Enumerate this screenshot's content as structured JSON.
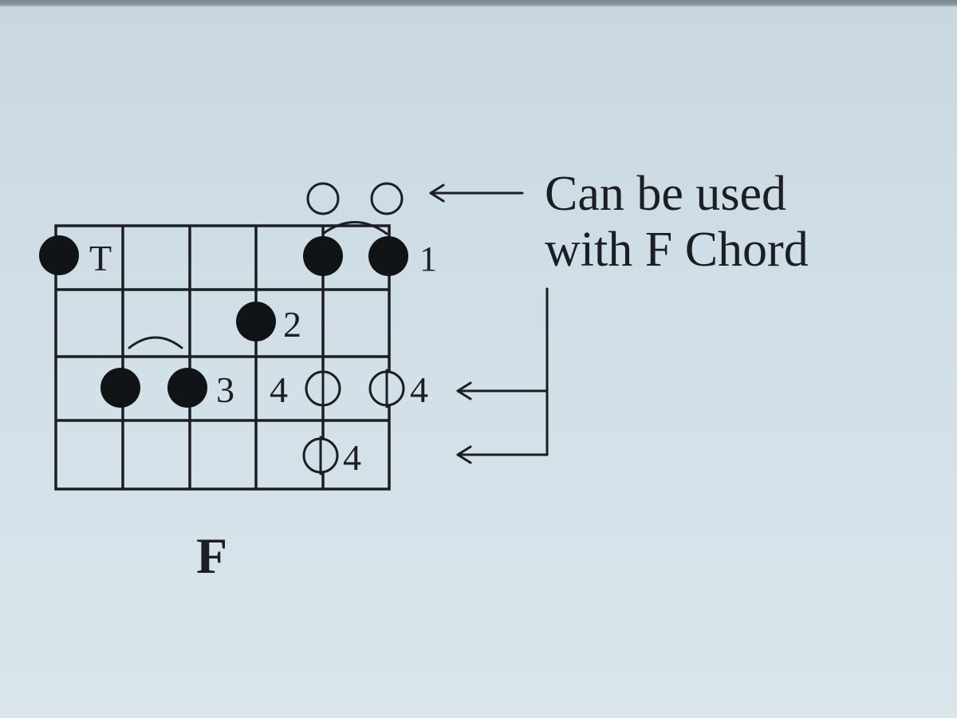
{
  "diagram": {
    "chord_name": "F",
    "note": {
      "line1": "Can be used",
      "line2": "with F Chord"
    },
    "thumb_label": "T",
    "finger_labels": {
      "fret1": "1",
      "fret2": "2",
      "fret3_left": "3",
      "fret3_mid": "4",
      "fret3_right": "4",
      "fret4": "4"
    },
    "frets": 4,
    "strings": 6,
    "filled_dots": [
      {
        "string": 1,
        "fret": 1,
        "finger": "T"
      },
      {
        "string": 5,
        "fret": 1,
        "finger": "1"
      },
      {
        "string": 6,
        "fret": 1,
        "finger": "1"
      },
      {
        "string": 4,
        "fret": 2,
        "finger": "2"
      },
      {
        "string": 2,
        "fret": 3,
        "finger": "3"
      },
      {
        "string": 3,
        "fret": 3,
        "finger": "3"
      }
    ],
    "optional_dots": [
      {
        "string": 5,
        "fret": 0
      },
      {
        "string": 6,
        "fret": 0
      },
      {
        "string": 5,
        "fret": 3,
        "finger": "4"
      },
      {
        "string": 6,
        "fret": 3,
        "finger": "4"
      },
      {
        "string": 5,
        "fret": 4,
        "finger": "4"
      }
    ]
  }
}
